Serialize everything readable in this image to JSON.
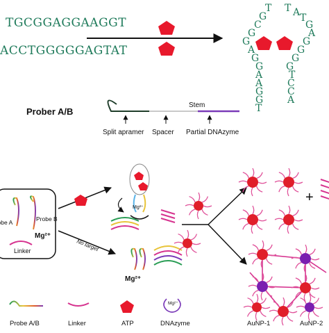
{
  "top": {
    "strand_upper": "TGCGGAGGAAGGT",
    "strand_lower": "ACCTGGGGGAGTAT",
    "folded_left_col": [
      "T",
      "G",
      "C",
      "G",
      "G",
      "A",
      "G",
      "G",
      "A",
      "A",
      "G",
      "G",
      "T"
    ],
    "folded_right_col": [
      "T",
      "A",
      "T",
      "G",
      "A",
      "G",
      "G",
      "G",
      "G",
      "T",
      "C",
      "C",
      "A"
    ]
  },
  "probe": {
    "title": "Prober A/B",
    "stem": "Stem",
    "part1": "Split apramer",
    "part2": "Spacer",
    "part3": "Partial DNAzyme"
  },
  "scheme": {
    "probe_a": "Probe A",
    "probe_b": "Probe B",
    "mg_box": "Mg²⁺",
    "linker": "Linker",
    "no_target": "No target",
    "mg_mid": "Mg²⁺",
    "mg_complex": "Mg²⁺",
    "plus": "+"
  },
  "legend": {
    "probe_ab": "Probe A/B",
    "linker": "Linker",
    "atp": "ATP",
    "dnazyme": "DNAzyme",
    "dnazyme_mg": "Mg²⁺",
    "aunp1": "AuNP-1",
    "aunp2": "AuNP-2"
  },
  "colors": {
    "dna_text": "#1e7a5a",
    "atp": "#e8192c",
    "aunp_core": "#e01e2a",
    "aunp_core2": "#7a1fb0",
    "ligand": "#e0529a",
    "linker": "#d6338f"
  }
}
